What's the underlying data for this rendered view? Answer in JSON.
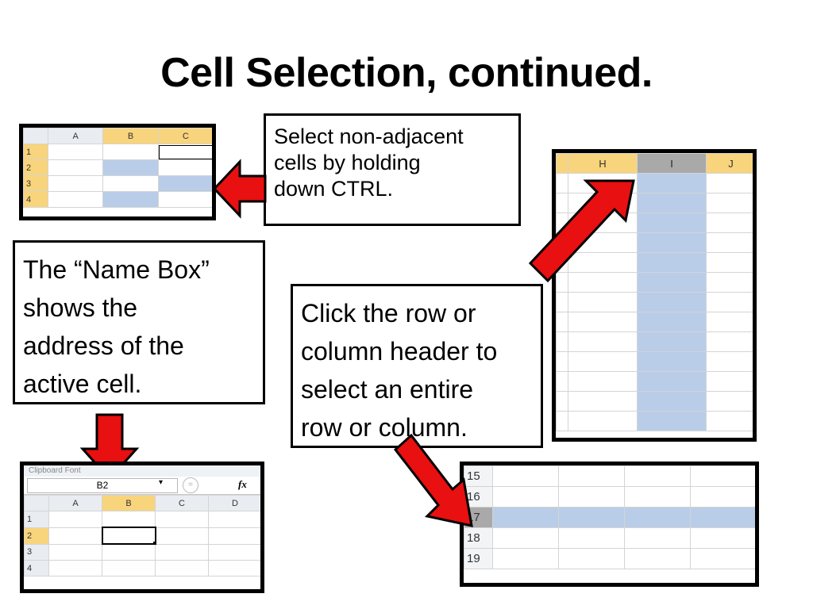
{
  "slide": {
    "title": "Cell Selection, continued."
  },
  "callouts": {
    "ctrl": [
      "Select non-adjacent",
      "cells by holding",
      "down CTRL."
    ],
    "namebox": [
      "The “Name Box”",
      "shows the",
      "address of the",
      "active cell."
    ],
    "header": [
      "Click the row or",
      "column header to",
      "select an entire",
      "row or column."
    ]
  },
  "sheet1": {
    "columns": [
      "A",
      "B",
      "C"
    ],
    "rows": [
      "1",
      "2",
      "3",
      "4"
    ]
  },
  "sheet2": {
    "columns": [
      "H",
      "I",
      "J"
    ]
  },
  "sheet3": {
    "ribbon_partial": "Clipboard          Font",
    "namebox_value": "B2",
    "namebox_dropdown": "▾",
    "fx_label": "fx",
    "columns": [
      "A",
      "B",
      "C",
      "D"
    ],
    "rows": [
      "1",
      "2",
      "3",
      "4"
    ]
  },
  "sheet4": {
    "rows": [
      "15",
      "16",
      "17",
      "18",
      "19"
    ]
  },
  "colors": {
    "selection": "#b9cde9",
    "header_highlight": "#f8d47c",
    "arrow_fill": "#e81010"
  }
}
